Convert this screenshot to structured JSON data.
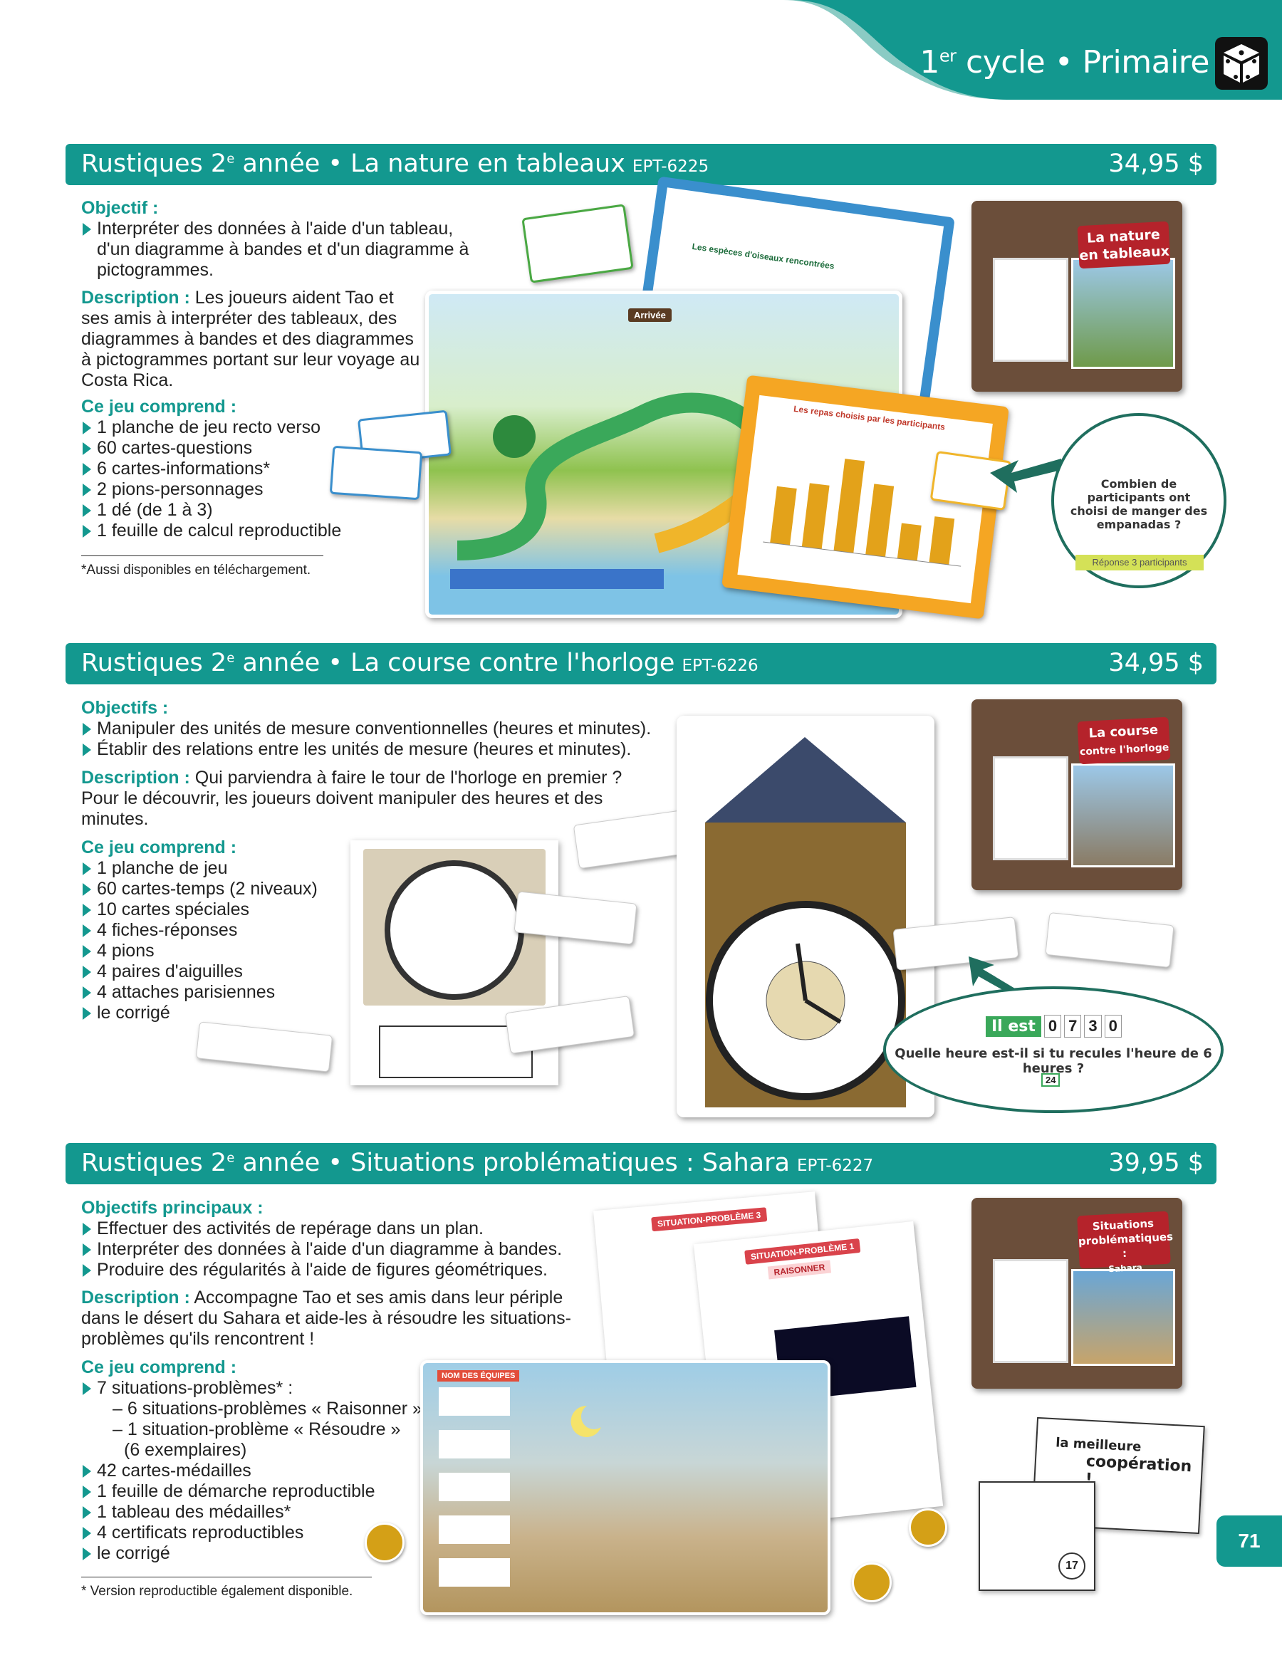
{
  "header": {
    "cycle_sup": "er",
    "cycle_prefix": "1",
    "cycle_text": "cycle • Primaire",
    "icon": "dice-icon"
  },
  "products": [
    {
      "title_main": "Rustiques 2",
      "title_sup": "e",
      "title_rest": "année • La nature en tableaux",
      "code": "EPT-6225",
      "price": "34,95 $",
      "obj_label": "Objectif :",
      "objectives": [
        "Interpréter des données à l'aide d'un tableau, d'un diagramme à bandes et d'un diagramme à pictogrammes."
      ],
      "desc_label": "Description :",
      "description": "Les joueurs aident Tao et ses amis à interpréter des tableaux, des diagrammes à bandes et des diagrammes à pictogrammes portant sur leur voyage au Costa Rica.",
      "includes_label": "Ce jeu comprend :",
      "includes": [
        "1 planche de jeu recto verso",
        "60 cartes-questions",
        "6 cartes-informations*",
        "2 pions-personnages",
        "1 dé (de 1 à 3)",
        "1 feuille de calcul reproductible"
      ],
      "footnote": "*Aussi disponibles en téléchargement.",
      "box_title_a": "La nature",
      "box_title_b": "en tableaux",
      "board_arrivee": "Arrivée",
      "chart_title": "Les repas choisis par les participants",
      "birds_title": "Les espèces d'oiseaux rencontrées",
      "bubble_text": "Combien de participants ont choisi de manger des empanadas ?",
      "bubble_answer_label": "Réponse",
      "bubble_answer": "3 participants"
    },
    {
      "title_main": "Rustiques 2",
      "title_sup": "e",
      "title_rest": "année • La course contre l'horloge",
      "code": "EPT-6226",
      "price": "34,95 $",
      "obj_label": "Objectifs :",
      "objectives": [
        "Manipuler des unités de mesure conventionnelles (heures et minutes).",
        "Établir des relations entre les unités de mesure (heures et minutes)."
      ],
      "desc_label": "Description :",
      "description": "Qui parviendra à faire le tour de l'horloge en premier ? Pour le découvrir, les joueurs doivent manipuler des heures et des minutes.",
      "includes_label": "Ce jeu comprend :",
      "includes": [
        "1 planche de jeu",
        "60 cartes-temps (2 niveaux)",
        "10 cartes spéciales",
        "4 fiches-réponses",
        "4 pions",
        "4 paires d'aiguilles",
        "4 attaches parisiennes",
        "le corrigé"
      ],
      "box_title_a": "La course",
      "box_title_b": "contre l'horloge",
      "bubble_prefix": "Il est",
      "bubble_time": [
        "0",
        "7",
        "3",
        "0"
      ],
      "bubble_question": "Quelle heure est-il si tu recules l'heure de 6 heures ?",
      "bubble_num": "24"
    },
    {
      "title_main": "Rustiques 2",
      "title_sup": "e",
      "title_rest": "année • Situations problématiques : Sahara",
      "code": "EPT-6227",
      "price": "39,95 $",
      "obj_label": "Objectifs principaux :",
      "objectives": [
        "Effectuer des activités de repérage dans un plan.",
        "Interpréter des données à l'aide d'un diagramme à bandes.",
        "Produire des régularités à l'aide de figures géométriques."
      ],
      "desc_label": "Description :",
      "description": "Accompagne Tao et ses amis dans leur périple dans le désert du Sahara et aide-les à résoudre les situations-problèmes qu'ils rencontrent !",
      "includes_label": "Ce jeu comprend :",
      "includes_a": "7 situations-problèmes* :",
      "includes_sub": [
        "– 6 situations-problèmes « Raisonner »",
        "– 1 situation-problème « Résoudre »",
        "(6 exemplaires)"
      ],
      "includes_b": [
        "42 cartes-médailles",
        "1 feuille de démarche reproductible",
        "1 tableau des médailles*",
        "4 certificats reproductibles",
        "le corrigé"
      ],
      "footnote": "* Version reproductible également disponible.",
      "box_title_a": "Situations",
      "box_title_b": "problématiques :",
      "box_title_c": "Sahara",
      "sheet_header_1": "SITUATION-PROBLÈME 3",
      "sheet_header_2": "SITUATION-PROBLÈME 1",
      "sheet_sub": "RAISONNER",
      "team_label": "NOM DES ÉQUIPES",
      "cert_text_a": "la meilleure",
      "cert_text_b": "coopération !",
      "cert_num": "17"
    }
  ],
  "page_number": "71"
}
